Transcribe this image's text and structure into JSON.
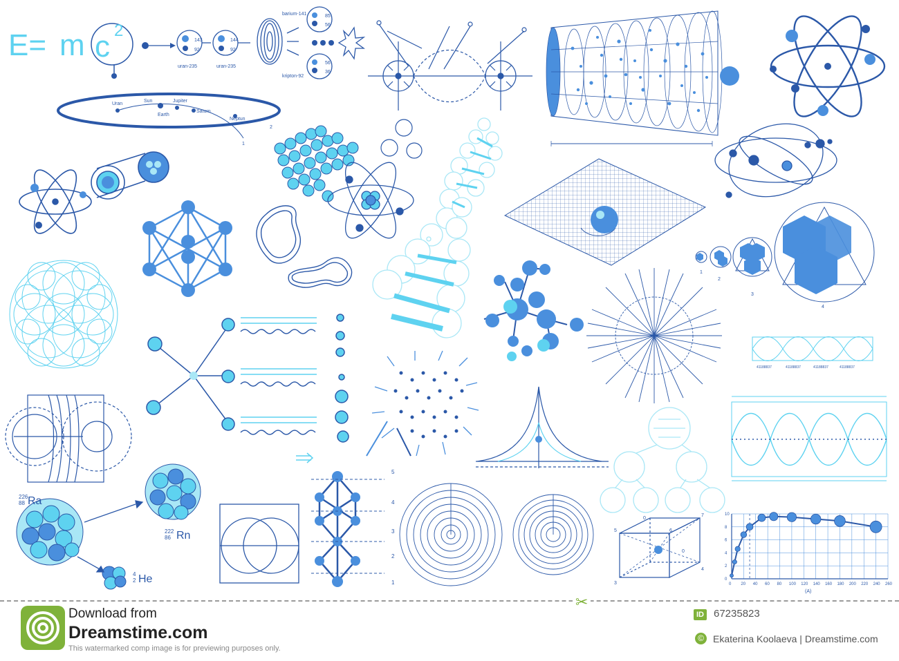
{
  "equation": {
    "lhs": "E=",
    "m": "m",
    "c": "c",
    "exponent": "2"
  },
  "fission": {
    "u235_top": "143",
    "u235_bottom": "92",
    "u235_label": "uran-235",
    "u236_top": "144",
    "u236_bottom": "92",
    "u236_label": "uran-235",
    "barium_label": "barium-141",
    "barium_top": "85",
    "barium_bottom": "56",
    "krypton_label": "kripton-92",
    "krypton_top": "56",
    "krypton_bottom": "36"
  },
  "solar_system": {
    "uran": "Uran",
    "sun": "Sun",
    "jupiter": "Jupiter",
    "earth": "Earth",
    "saturn": "Saturn",
    "neptun": "Neptun",
    "marker_2": "2",
    "marker_1": "1"
  },
  "radium": {
    "mass": "226",
    "atomic": "88",
    "symbol": "Ra"
  },
  "radon": {
    "mass": "222",
    "atomic": "86",
    "symbol": "Rn"
  },
  "helium": {
    "mass": "4",
    "atomic": "2",
    "symbol": "He"
  },
  "fractal_labels": [
    "1",
    "2",
    "3",
    "4"
  ],
  "lattice_scale": [
    "5",
    "4",
    "3",
    "2",
    "1"
  ],
  "oscillation_small": [
    "41188837",
    "41188837",
    "41188837",
    "41188837"
  ],
  "cube_labels": {
    "top_left": "5",
    "top_mid": "0",
    "top_right": "7",
    "mid": "6",
    "center": "0",
    "bottom_left": "3",
    "bottom_right": "4"
  },
  "colors": {
    "dark_blue": "#2b58a8",
    "mid_blue": "#4a8fdd",
    "cyan": "#5ed2f0",
    "light_cyan": "#a9e7f6",
    "green": "#7fb23a"
  },
  "chart_data": {
    "type": "line",
    "title": "",
    "xlabel": "(A)",
    "ylabel": "",
    "x": [
      0,
      5,
      10,
      20,
      30,
      50,
      70,
      100,
      140,
      180,
      240
    ],
    "series": [
      {
        "values": [
          0.5,
          2.6,
          4.6,
          6.8,
          8.0,
          9.4,
          9.6,
          9.5,
          9.2,
          8.9,
          8.0
        ]
      }
    ],
    "xticks": [
      "0",
      "20",
      "40",
      "60",
      "80",
      "100",
      "120",
      "140",
      "160",
      "180",
      "200",
      "220",
      "240",
      "260"
    ],
    "yticks": [
      "0",
      "2",
      "4",
      "6",
      "8",
      "10"
    ],
    "xlim": [
      0,
      260
    ],
    "ylim": [
      0,
      10
    ],
    "grid": true
  },
  "footer": {
    "download": "Download from",
    "brand": "Dreamstime.com",
    "note": "This watermarked comp image is for previewing purposes only.",
    "id_badge": "ID",
    "id_number": "67235823",
    "copyright_icon": "copyright-icon",
    "credit": "Ekaterina Koolaeva | Dreamstime.com",
    "scissors_icon": "scissors-icon",
    "logo_icon": "dreamstime-logo-icon"
  }
}
